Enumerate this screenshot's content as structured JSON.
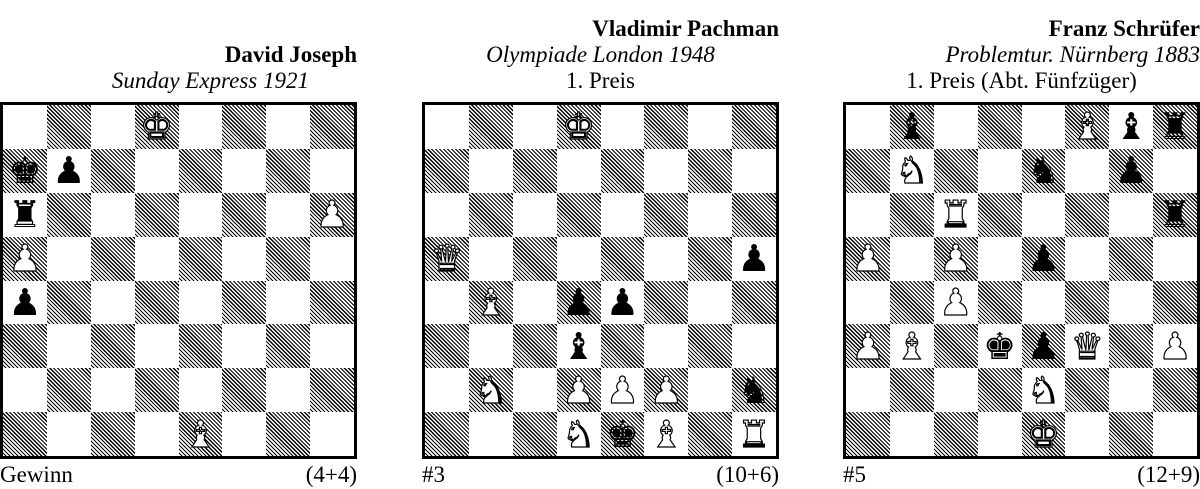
{
  "problems": [
    {
      "author": "David Joseph",
      "source": "Sunday Express  1921",
      "prize": "",
      "stipulation": "Gewinn",
      "count": "(4+4)",
      "pieces": [
        {
          "sq": "d8",
          "p": "wK"
        },
        {
          "sq": "a7",
          "p": "bK"
        },
        {
          "sq": "b7",
          "p": "bP"
        },
        {
          "sq": "a6",
          "p": "bR"
        },
        {
          "sq": "h6",
          "p": "wP"
        },
        {
          "sq": "a5",
          "p": "wP"
        },
        {
          "sq": "a4",
          "p": "bP"
        },
        {
          "sq": "e1",
          "p": "wB"
        }
      ]
    },
    {
      "author": "Vladimir Pachman",
      "source": "Olympiade London  1948",
      "prize": "1. Preis",
      "stipulation": "#3",
      "count": "(10+6)",
      "pieces": [
        {
          "sq": "d8",
          "p": "wK"
        },
        {
          "sq": "a5",
          "p": "wQ"
        },
        {
          "sq": "h5",
          "p": "bP"
        },
        {
          "sq": "b4",
          "p": "wB"
        },
        {
          "sq": "d4",
          "p": "bP"
        },
        {
          "sq": "e4",
          "p": "bP"
        },
        {
          "sq": "d3",
          "p": "bB"
        },
        {
          "sq": "b2",
          "p": "wN"
        },
        {
          "sq": "d2",
          "p": "wP"
        },
        {
          "sq": "e2",
          "p": "wP"
        },
        {
          "sq": "f2",
          "p": "wP"
        },
        {
          "sq": "h2",
          "p": "bN"
        },
        {
          "sq": "d1",
          "p": "wN"
        },
        {
          "sq": "e1",
          "p": "bK"
        },
        {
          "sq": "f1",
          "p": "wB"
        },
        {
          "sq": "h1",
          "p": "wR"
        }
      ]
    },
    {
      "author": "Franz Schrüfer",
      "source": "Problemtur. Nürnberg  1883",
      "prize": "1. Preis (Abt. Fünfzüger)",
      "stipulation": "#5",
      "count": "(12+9)",
      "pieces": [
        {
          "sq": "b8",
          "p": "bB"
        },
        {
          "sq": "f8",
          "p": "wB"
        },
        {
          "sq": "g8",
          "p": "bB"
        },
        {
          "sq": "h8",
          "p": "bR"
        },
        {
          "sq": "b7",
          "p": "wN"
        },
        {
          "sq": "e7",
          "p": "bN"
        },
        {
          "sq": "g7",
          "p": "bP"
        },
        {
          "sq": "c6",
          "p": "wR"
        },
        {
          "sq": "h6",
          "p": "bR"
        },
        {
          "sq": "a5",
          "p": "wP"
        },
        {
          "sq": "c5",
          "p": "wP"
        },
        {
          "sq": "e5",
          "p": "bP"
        },
        {
          "sq": "c4",
          "p": "wP"
        },
        {
          "sq": "a3",
          "p": "wP"
        },
        {
          "sq": "b3",
          "p": "wB"
        },
        {
          "sq": "d3",
          "p": "bK"
        },
        {
          "sq": "e3",
          "p": "bP"
        },
        {
          "sq": "f3",
          "p": "wQ"
        },
        {
          "sq": "h3",
          "p": "wP"
        },
        {
          "sq": "e2",
          "p": "wN"
        },
        {
          "sq": "e1",
          "p": "wK"
        }
      ]
    }
  ]
}
